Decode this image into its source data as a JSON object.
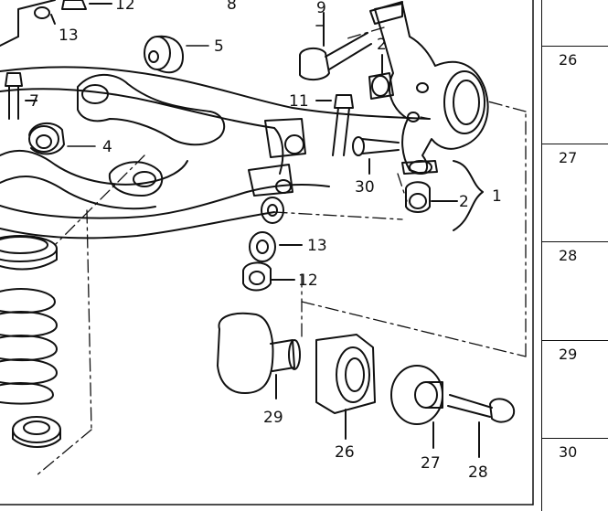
{
  "diagram": {
    "callouts": {
      "c12_top": "12",
      "c8": "8",
      "c9": "9",
      "c13_top": "13",
      "c5": "5",
      "c2_top": "2",
      "c7": "7",
      "c11": "11",
      "c4": "4",
      "c30": "30",
      "c2_bottom": "2",
      "c1": "1",
      "c13_bottom": "13",
      "c12_bottom": "12",
      "c29": "29",
      "c26": "26",
      "c27": "27",
      "c28": "28"
    }
  },
  "parts_table": {
    "rows": [
      {
        "num": "26"
      },
      {
        "num": "27"
      },
      {
        "num": "28"
      },
      {
        "num": "29"
      },
      {
        "num": "30"
      }
    ]
  }
}
